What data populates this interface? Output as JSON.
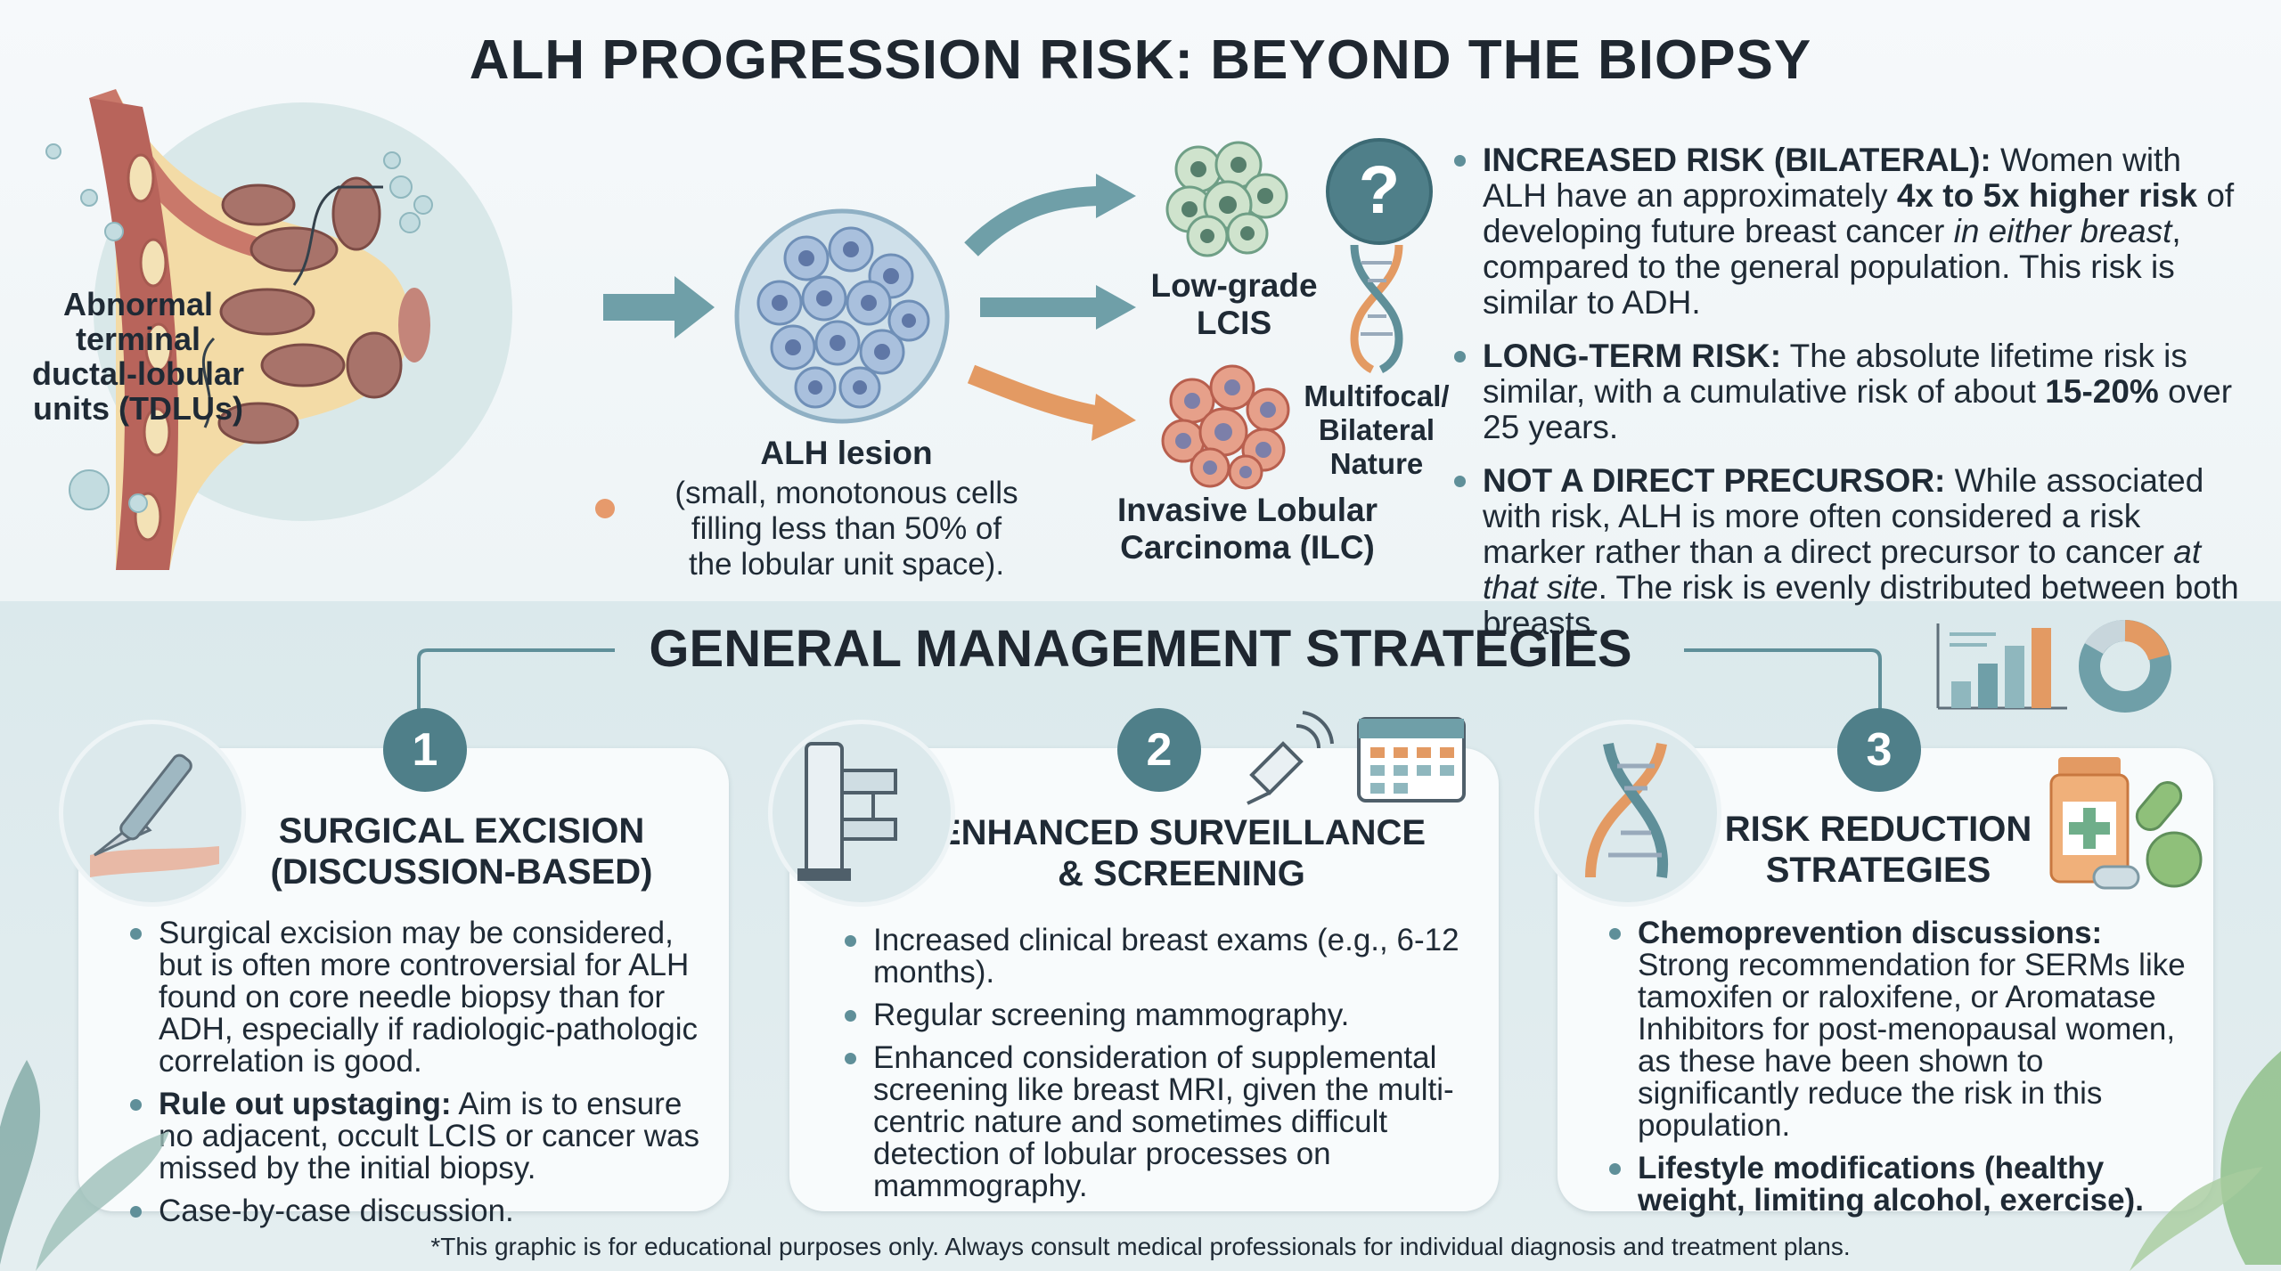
{
  "title": "ALH PROGRESSION RISK: BEYOND THE BIOPSY",
  "anatomy": {
    "label_lines": [
      "Abnormal",
      "terminal",
      "ductal-lobular",
      "units (TDLUs)"
    ]
  },
  "lesion": {
    "label": "ALH lesion",
    "description_lines": [
      "(small, monotonous cells",
      "filling less than 50% of",
      "the lobular unit space)."
    ]
  },
  "outcomes": {
    "lcis_lines": [
      "Low-grade",
      "LCIS"
    ],
    "ilc_lines": [
      "Invasive Lobular",
      "Carcinoma (ILC)"
    ],
    "multifocal_lines": [
      "Multifocal/",
      "Bilateral",
      "Nature"
    ],
    "question_mark": "?"
  },
  "risk_points": [
    {
      "heading": "INCREASED RISK (BILATERAL):",
      "parts": [
        {
          "t": " Women with ALH have an approximately ",
          "s": "n"
        },
        {
          "t": "4x to 5x higher risk",
          "s": "b"
        },
        {
          "t": " of developing future breast cancer ",
          "s": "n"
        },
        {
          "t": "in either breast",
          "s": "i"
        },
        {
          "t": ", compared to the general population. This risk is similar to ADH.",
          "s": "n"
        }
      ]
    },
    {
      "heading": "LONG-TERM RISK:",
      "parts": [
        {
          "t": " The absolute lifetime risk is similar, with a cumulative risk of about ",
          "s": "n"
        },
        {
          "t": "15-20%",
          "s": "b"
        },
        {
          "t": " over 25 years.",
          "s": "n"
        }
      ]
    },
    {
      "heading": "NOT A DIRECT PRECURSOR:",
      "parts": [
        {
          "t": " While associated with risk, ALH is more often considered a risk marker rather than a direct precursor to cancer ",
          "s": "n"
        },
        {
          "t": "at that site",
          "s": "i"
        },
        {
          "t": ". The risk is evenly distributed between both breasts.",
          "s": "n"
        }
      ]
    }
  ],
  "management": {
    "title": "GENERAL MANAGEMENT STRATEGIES",
    "cards": [
      {
        "number": "1",
        "title_lines": [
          "SURGICAL EXCISION",
          "(DISCUSSION-BASED)"
        ],
        "bullets": [
          {
            "bold": "",
            "text": "Surgical excision may be considered, but is often more controversial for ALH found on core needle biopsy than for ADH, especially if radiologic-pathologic correlation is good."
          },
          {
            "bold": "Rule out upstaging:",
            "text": " Aim is to ensure no adjacent, occult LCIS or cancer was missed by the initial biopsy."
          },
          {
            "bold": "",
            "text": "Case-by-case discussion."
          }
        ]
      },
      {
        "number": "2",
        "title_lines": [
          "ENHANCED SURVEILLANCE",
          "& SCREENING"
        ],
        "bullets": [
          {
            "bold": "",
            "text": "Increased clinical breast exams (e.g., 6-12 months)."
          },
          {
            "bold": "",
            "text": "Regular screening mammography."
          },
          {
            "bold": "",
            "text": "Enhanced consideration of supplemental screening like breast MRI, given the multi-centric nature and sometimes difficult detection of lobular processes on mammography."
          }
        ]
      },
      {
        "number": "3",
        "title_lines": [
          "RISK REDUCTION",
          "STRATEGIES"
        ],
        "bullets": [
          {
            "bold": "Chemoprevention discussions:",
            "text": " Strong recommendation for SERMs like tamoxifen or raloxifene, or Aromatase Inhibitors for post-menopausal women, as these have been shown to significantly reduce the risk in this population."
          },
          {
            "bold": "Lifestyle modifications (healthy weight, limiting alcohol, exercise).",
            "text": ""
          }
        ]
      }
    ]
  },
  "footer": "*This graphic is for educational purposes only. Always consult medical professionals for individual diagnosis and treatment plans.",
  "colors": {
    "accent": "#4f7f89",
    "arrow_teal": "#6f9fa8",
    "arrow_orange": "#e39a63",
    "tissue": "#c9786a"
  }
}
